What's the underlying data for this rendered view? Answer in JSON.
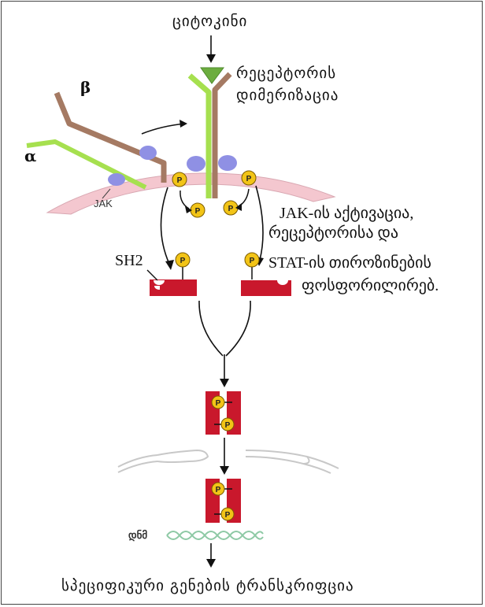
{
  "labels": {
    "cytokine": "ციტოკინი",
    "receptor_line1": "რეცეპტორის",
    "receptor_line2": "დიმერიზაცია",
    "beta": "β",
    "alpha": "α",
    "jak": "JAK",
    "jak_activation_line1": "JAK-ის აქტივაცია,",
    "jak_activation_line2": "რეცეპტორისა და",
    "sh2": "SH2",
    "stat_line1": "STAT-ის  თიროზინების",
    "stat_line2": "ფოსფორილირებ.",
    "dna": "დნმ",
    "transcription": "სპეციფიკური გენების ტრანსკრიფცია"
  },
  "phosphate_symbol": "P",
  "colors": {
    "membrane": "#f4c7cf",
    "receptor_green": "#a6e04f",
    "receptor_brown": "#a57a63",
    "jak_blue": "#8f90e4",
    "phosphate_yellow": "#f2c417",
    "stat_red": "#c9182c",
    "dna_green": "#8ec9a5",
    "cytokine": "#6cad3f"
  }
}
